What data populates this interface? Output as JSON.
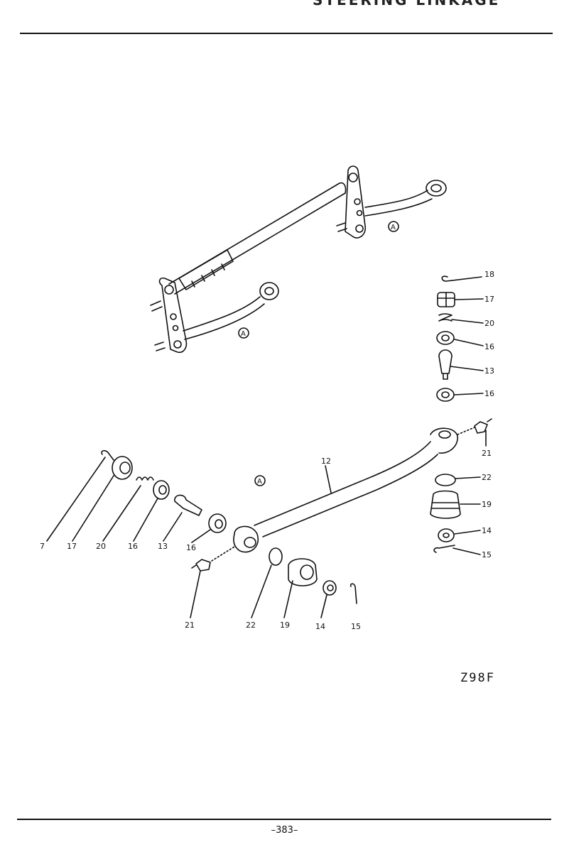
{
  "header": {
    "cut_title": "STEERING LINKAGE"
  },
  "diagram_code": "Z98F",
  "page_number": "–383–",
  "circle_marker": "A",
  "callouts": {
    "p18": "18",
    "p17r": "17",
    "p20r": "20",
    "p16r_top": "16",
    "p13r": "13",
    "p16r_bot": "16",
    "p21r": "21",
    "p22r": "22",
    "p19r": "19",
    "p14r": "14",
    "p15r": "15",
    "p12": "12",
    "p7": "7",
    "p17l": "17",
    "p20l": "20",
    "p16l_a": "16",
    "p13l": "13",
    "p16l_b": "16",
    "p21l": "21",
    "p22l": "22",
    "p19l": "19",
    "p14l": "14",
    "p15l": "15"
  }
}
